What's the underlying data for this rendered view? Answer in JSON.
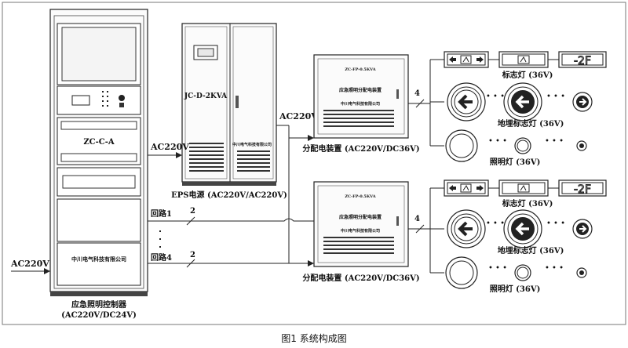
{
  "diagram": {
    "caption": "图1 系统构成图",
    "controller": {
      "model": "ZC-C-A",
      "maker": "中川电气科技有限公司",
      "name": "应急照明控制器",
      "spec": "(AC220V/DC24V)"
    },
    "eps": {
      "model": "JC-D-2KVA",
      "maker": "中川电气科技有限公司",
      "label": "EPS电源 (AC220V/AC220V)"
    },
    "dist_top": {
      "model": "ZC-FP-0.5KVA",
      "name": "应急照明分配电装置",
      "maker": "中川电气科技有限公司",
      "label": "分配电装置 (AC220V/DC36V)"
    },
    "dist_bottom": {
      "model": "ZC-FP-0.5KVA",
      "name": "应急照明分配电装置",
      "maker": "中川电气科技有限公司",
      "label": "分配电装置 (AC220V/DC36V)"
    },
    "wires": {
      "ac_in_left": "AC220V",
      "ac_in_eps": "AC220V",
      "ac_out_eps": "AC220V",
      "loop1": "回路1",
      "loop1_count": "2",
      "loop4": "回路4",
      "loop4_count": "2",
      "top_count": "4",
      "bottom_count": "4"
    },
    "top_group": {
      "sign_label": "标志灯 (36V)",
      "floor_text": "-2F",
      "buried_label": "地埋标志灯 (36V)",
      "light_label": "照明灯 (36V)"
    },
    "bottom_group": {
      "sign_label": "标志灯 (36V)",
      "floor_text": "-2F",
      "buried_label": "地埋标志灯 (36V)",
      "light_label": "照明灯 (36V)"
    }
  }
}
